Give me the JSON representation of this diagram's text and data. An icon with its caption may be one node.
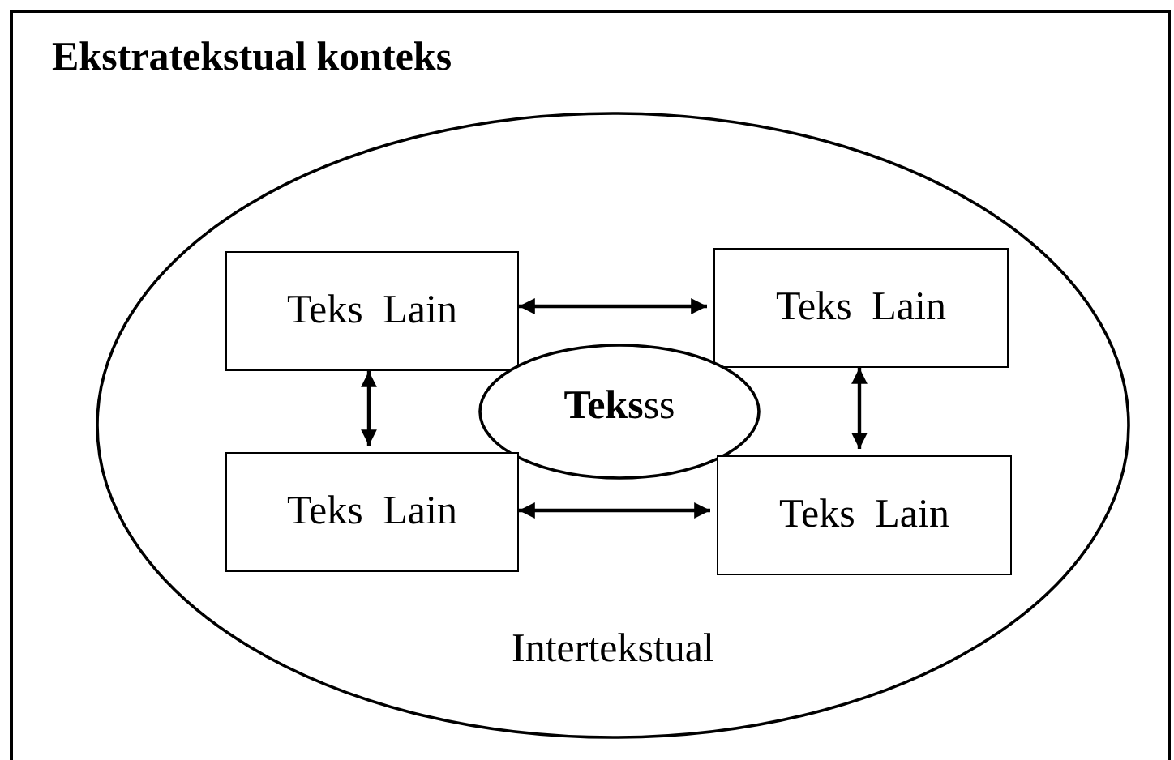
{
  "diagram": {
    "nodes": [
      {
        "text": [
          "Ekstratekstual konteks"
        ]
      },
      {
        "text": [
          "Intertekstual"
        ],
        "in": 0
      },
      {
        "text": [
          "Teks Lain"
        ],
        "in": 1
      },
      {
        "text": [
          "Teks Lain"
        ],
        "in": 1
      },
      {
        "text": [
          "**Teks**ss"
        ],
        "in": 1
      },
      {
        "text": [
          "Teks Lain"
        ],
        "in": 1
      },
      {
        "text": [
          "Teks Lain"
        ],
        "in": 1
      }
    ],
    "edges": [
      {
        "from": 2,
        "to": 3,
        "arrow": "both"
      },
      {
        "from": 2,
        "to": 5,
        "arrow": "both"
      },
      {
        "from": 3,
        "to": 6,
        "arrow": "both"
      },
      {
        "from": 5,
        "to": 6,
        "arrow": "both"
      }
    ]
  }
}
